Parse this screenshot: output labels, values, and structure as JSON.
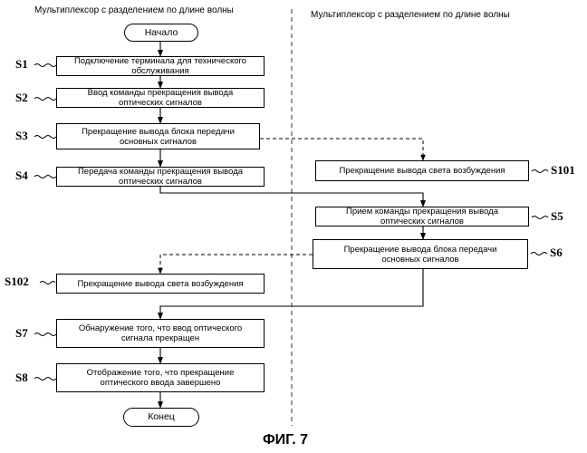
{
  "left_column_title": "Мультиплексор с разделением по длине волны",
  "right_column_title": "Мультиплексор с разделением по длине волны",
  "start_label": "Начало",
  "end_label": "Конец",
  "steps": {
    "s1": {
      "id": "S1",
      "line1": "Подключение терминала для технического",
      "line2": "обслуживания"
    },
    "s2": {
      "id": "S2",
      "line1": "Ввод команды прекращения вывода",
      "line2": "оптических сигналов"
    },
    "s3": {
      "id": "S3",
      "line1": "Прекращение вывода блока передачи",
      "line2": "основных сигналов"
    },
    "s4": {
      "id": "S4",
      "line1": "Передача команды прекращения вывода",
      "line2": "оптических сигналов"
    },
    "s101": {
      "id": "S101",
      "line1": "Прекращение вывода света возбуждения"
    },
    "s5": {
      "id": "S5",
      "line1": "Прием команды прекращения вывода",
      "line2": "оптических сигналов"
    },
    "s6": {
      "id": "S6",
      "line1": "Прекращение вывода блока передачи",
      "line2": "основных сигналов"
    },
    "s102": {
      "id": "S102",
      "line1": "Прекращение вывода света возбуждения"
    },
    "s7": {
      "id": "S7",
      "line1": "Обнаружение того, что ввод оптического",
      "line2": "сигнала прекращен"
    },
    "s8": {
      "id": "S8",
      "line1": "Отображение того, что прекращение",
      "line2": "оптического ввода завершено"
    }
  },
  "figure_caption": "ФИГ. 7"
}
